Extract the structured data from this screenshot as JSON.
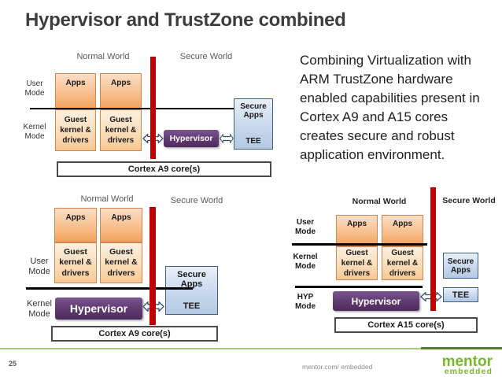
{
  "title": "Hypervisor and TrustZone combined",
  "description": "Combining Virtualization with ARM TrustZone hardware enabled capabilities present in Cortex A9 and A15 cores creates secure and robust application environment.",
  "footer": {
    "page_number": "25",
    "site": "mentor.com/ embedded",
    "logo_top": "mentor",
    "logo_bottom": "embedded"
  },
  "colors": {
    "red_bar": "#c00000",
    "hypervisor_purple": "#5e3a6f",
    "apps_orange": "#f2a25d",
    "guest_orange": "#f8c893",
    "secure_blue": "#b4c9e2",
    "footer_green_light": "#a9c87b",
    "footer_green_dark": "#527f2f",
    "logo_green": "#78b82f"
  },
  "diagram_top": {
    "normal_world": "Normal World",
    "secure_world": "Secure World",
    "user_mode": "User\nMode",
    "kernel_mode": "Kernel\nMode",
    "apps": "Apps",
    "guest": "Guest\nkernel &\ndrivers",
    "hypervisor": "Hypervisor",
    "secure_apps": "Secure\nApps",
    "tee": "TEE",
    "core": "Cortex A9 core(s)"
  },
  "diagram_bottom_left": {
    "normal_world": "Normal World",
    "secure_world": "Secure World",
    "user_mode": "User\nMode",
    "kernel_mode": "Kernel\nMode",
    "apps": "Apps",
    "guest": "Guest\nkernel &\ndrivers",
    "hypervisor": "Hypervisor",
    "secure_apps": "Secure\nApps",
    "tee": "TEE",
    "core": "Cortex A9 core(s)"
  },
  "diagram_bottom_right": {
    "normal_world": "Normal World",
    "secure_world": "Secure World",
    "user_mode": "User\nMode",
    "kernel_mode": "Kernel\nMode",
    "hyp_mode": "HYP\nMode",
    "apps": "Apps",
    "guest": "Guest\nkernel &\ndrivers",
    "hypervisor": "Hypervisor",
    "secure_apps": "Secure\nApps",
    "tee": "TEE",
    "core": "Cortex A15 core(s)"
  }
}
